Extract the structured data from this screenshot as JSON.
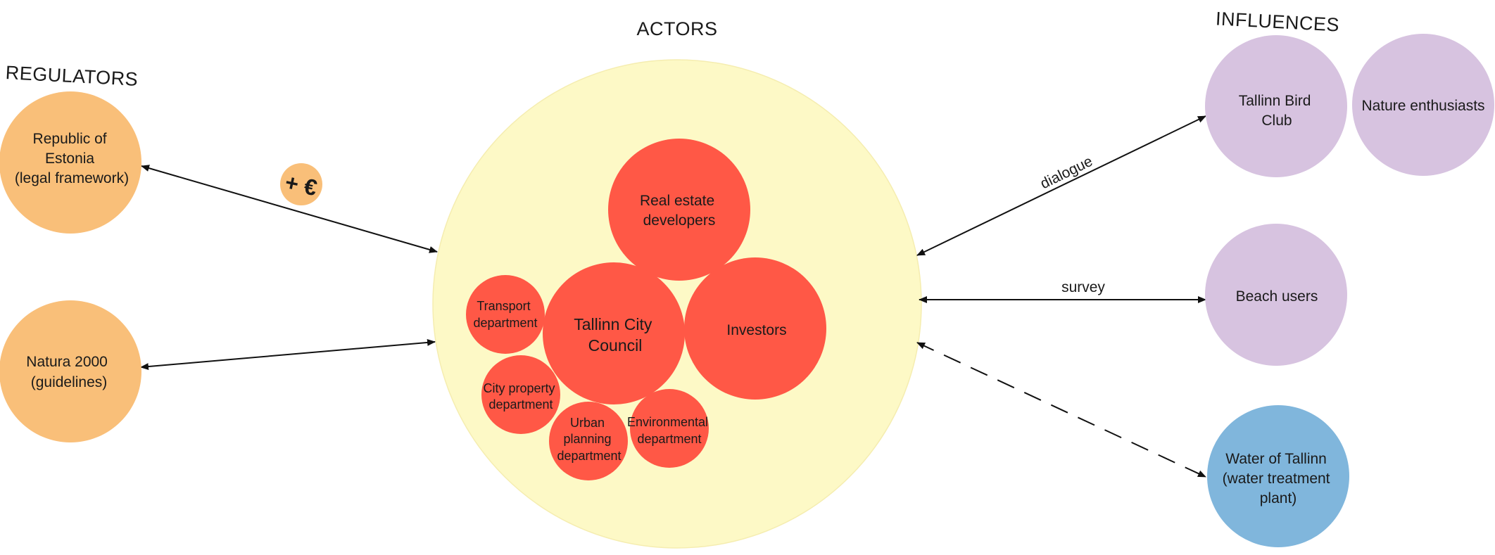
{
  "headings": {
    "regulators": "REGULATORS",
    "actors": "ACTORS",
    "influences": "INFLUENCES"
  },
  "regulators": {
    "republic": [
      "Republic of",
      "Estonia",
      "(legal framework)"
    ],
    "natura": [
      "Natura 2000",
      "(guidelines)"
    ]
  },
  "actors": {
    "real_estate": [
      "Real estate",
      "developers"
    ],
    "investors": [
      "Investors"
    ],
    "city_council": [
      "Tallinn City",
      "Council"
    ],
    "transport": [
      "Transport",
      "department"
    ],
    "city_property": [
      "City property",
      "department"
    ],
    "urban_planning": [
      "Urban",
      "planning",
      "department"
    ],
    "environmental": [
      "Environmental",
      "department"
    ]
  },
  "influences": {
    "bird_club": [
      "Tallinn Bird",
      "Club"
    ],
    "nature": [
      "Nature enthusiasts"
    ],
    "beach": [
      "Beach users"
    ],
    "water": [
      "Water of Tallinn",
      "(water treatment",
      "plant)"
    ]
  },
  "edges": {
    "dialogue": "dialogue",
    "survey": "survey",
    "money_badge": "+ €"
  },
  "colors": {
    "regulator": "#f9bf79",
    "actors_area": "#fdf9c6",
    "actor": "#ff5846",
    "influence": "#d7c3e0",
    "utility": "#80b6dc",
    "arrow": "#111111"
  }
}
